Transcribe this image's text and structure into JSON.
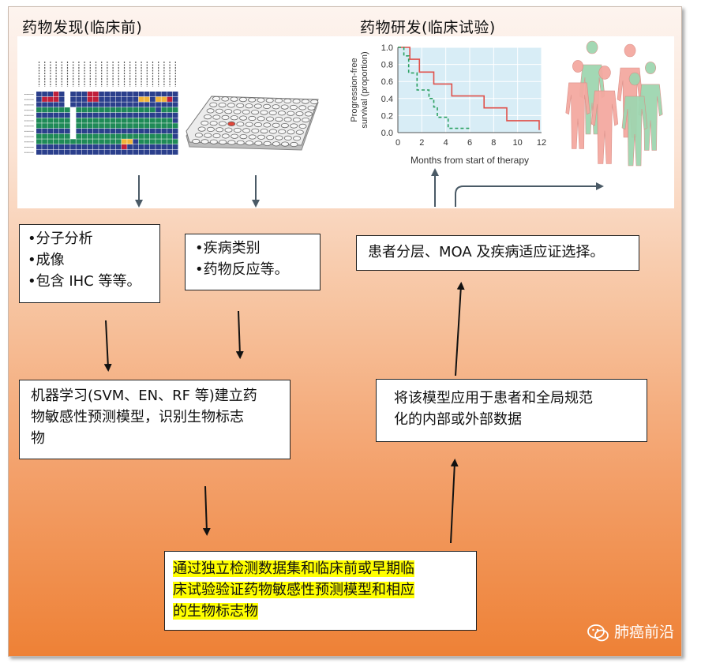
{
  "headers": {
    "preclinical": "药物发现(临床前)",
    "clinical": "药物研发(临床试验)"
  },
  "chart_data": {
    "type": "line",
    "title": "",
    "xlabel": "Months from start of therapy",
    "ylabel": "Progression-free survival (proportion)",
    "ylabel_line1": "Progression-free",
    "ylabel_line2": "survival (proportion)",
    "xlim": [
      0,
      12
    ],
    "ylim": [
      0,
      1.0
    ],
    "x_ticks": [
      "0",
      "2",
      "4",
      "6",
      "8",
      "10",
      "12"
    ],
    "y_ticks": [
      "0.0",
      "0.2",
      "0.4",
      "0.6",
      "0.8",
      "1.0"
    ],
    "series": [
      {
        "style": "solid",
        "color": "#e0504a",
        "points": [
          [
            0,
            1.0
          ],
          [
            1.0,
            1.0
          ],
          [
            1.0,
            0.86
          ],
          [
            1.8,
            0.86
          ],
          [
            1.8,
            0.71
          ],
          [
            3.0,
            0.71
          ],
          [
            3.0,
            0.57
          ],
          [
            4.5,
            0.57
          ],
          [
            4.5,
            0.43
          ],
          [
            7.2,
            0.43
          ],
          [
            7.2,
            0.29
          ],
          [
            9.1,
            0.29
          ],
          [
            9.1,
            0.14
          ],
          [
            11.8,
            0.14
          ],
          [
            11.8,
            0.03
          ]
        ]
      },
      {
        "style": "dashed",
        "color": "#2aa061",
        "points": [
          [
            0,
            1.0
          ],
          [
            0.5,
            1.0
          ],
          [
            0.5,
            0.9
          ],
          [
            0.9,
            0.9
          ],
          [
            0.9,
            0.7
          ],
          [
            1.6,
            0.7
          ],
          [
            1.6,
            0.5
          ],
          [
            2.6,
            0.5
          ],
          [
            2.6,
            0.4
          ],
          [
            3.0,
            0.4
          ],
          [
            3.0,
            0.3
          ],
          [
            3.3,
            0.3
          ],
          [
            3.3,
            0.18
          ],
          [
            4.2,
            0.18
          ],
          [
            4.2,
            0.05
          ],
          [
            6.0,
            0.05
          ]
        ]
      }
    ]
  },
  "boxes": {
    "analysis": [
      "•分子分析",
      "•成像",
      "•包含 IHC 等等。"
    ],
    "disease": [
      "•疾病类别",
      "•药物反应等。"
    ],
    "ml": [
      "机器学习(SVM、EN、RF 等)建立药",
      "物敏感性预测模型，识别生物标志",
      "物"
    ],
    "validate": [
      "通过独立检测数据集和临床前或早期临",
      "床试验验证药物敏感性预测模型和相应",
      "的生物标志物"
    ],
    "apply": [
      "将该模型应用于患者和全局规范",
      "化的内部或外部数据"
    ],
    "stratify": [
      "患者分层、MOA 及疾病适应证选择。"
    ]
  },
  "watermark": "肺癌前沿",
  "heatmap": {
    "colors": {
      "b": "#2b3f8c",
      "g": "#1f8a57",
      "r": "#c01f3a",
      "y": "#f1b43a",
      "w": "#ffffff"
    }
  }
}
